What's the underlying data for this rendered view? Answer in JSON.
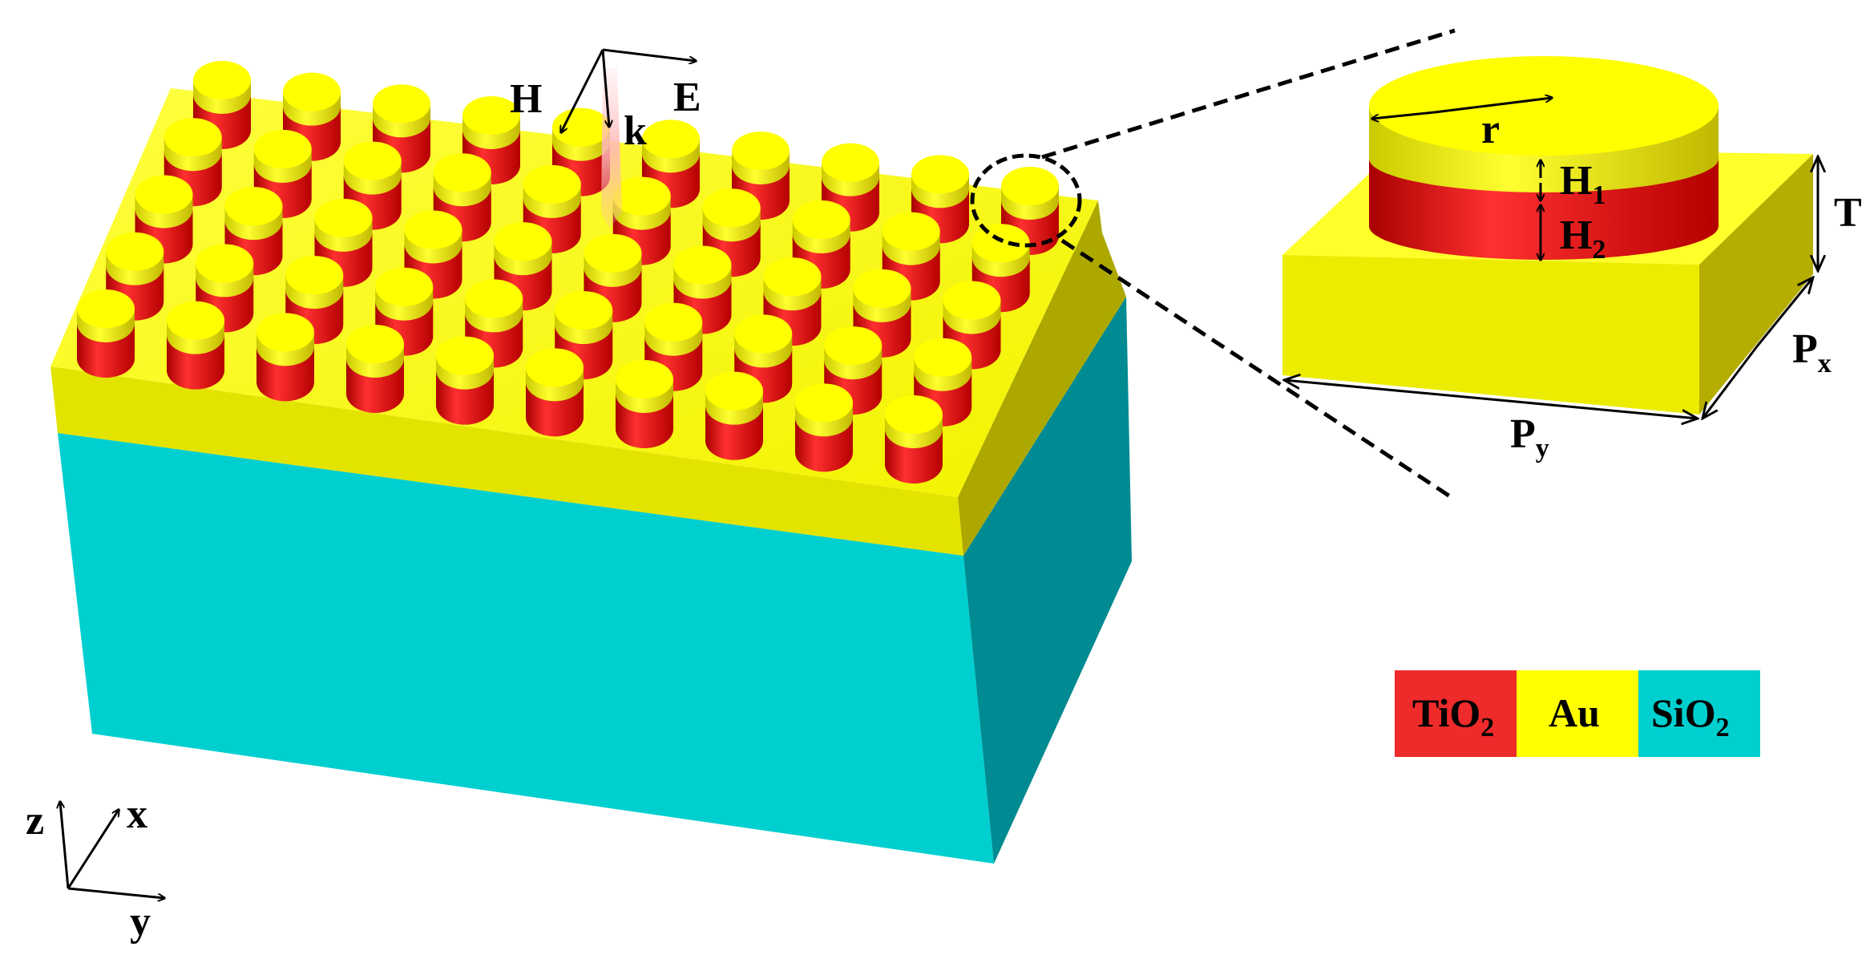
{
  "labels": {
    "H": "H",
    "k": "k",
    "E": "E",
    "r": "r",
    "H1": {
      "base": "H",
      "sub": "1"
    },
    "H2": {
      "base": "H",
      "sub": "2"
    },
    "T": "T",
    "Px": {
      "base": "P",
      "sub": "x"
    },
    "Py": {
      "base": "P",
      "sub": "y"
    }
  },
  "axes": {
    "z": "z",
    "x": "x",
    "y": "y"
  },
  "legend": [
    {
      "base": "TiO",
      "sub": "2",
      "color": "#ee2a2a"
    },
    {
      "base": "Au",
      "sub": "",
      "color": "#ffff00"
    },
    {
      "base": "SiO",
      "sub": "2",
      "color": "#00cfcf"
    }
  ],
  "colors": {
    "gold_top": "#ffff00",
    "gold_front": "#e3e300",
    "gold_side": "#b0a800",
    "tio2": "#e11616",
    "silica_front": "#00cfcf",
    "silica_side": "#008b92"
  },
  "array": {
    "rows": 5,
    "cols": 10
  }
}
